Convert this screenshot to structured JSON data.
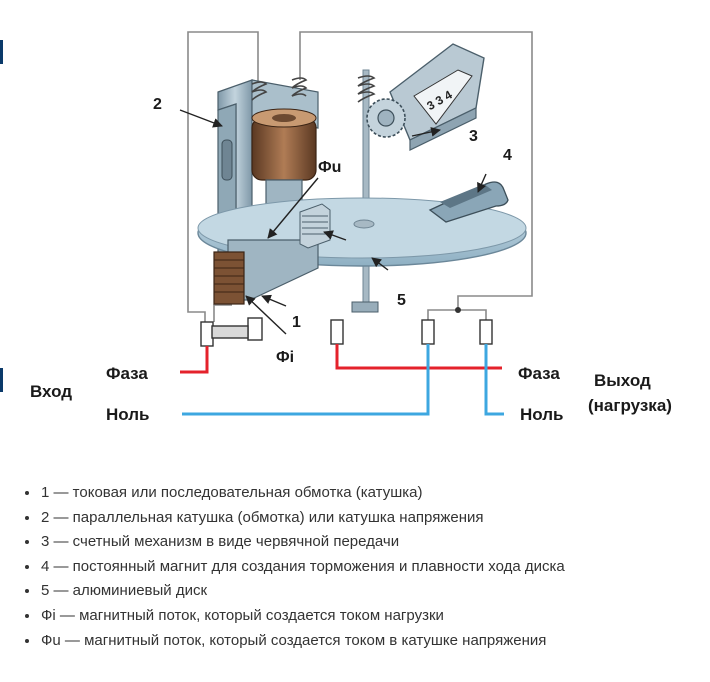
{
  "diagram": {
    "numbers": {
      "n1": "1",
      "n2": "2",
      "n3": "3",
      "n4": "4",
      "n5": "5"
    },
    "flux": {
      "phi_u": "Фu",
      "phi_i": "Фi"
    },
    "counter_digits": "3 3 4",
    "input": {
      "title": "Вход",
      "phase": "Фаза",
      "neutral": "Ноль"
    },
    "output": {
      "title_line1": "Выход",
      "title_line2": "(нагрузка)",
      "phase": "Фаза",
      "neutral": "Ноль"
    },
    "colors": {
      "phase_wire": "#e4222b",
      "neutral_wire": "#3da7e0",
      "disc": "#a9c6d6",
      "housing": "#a5bccb",
      "coil": "#8a5a3a"
    }
  },
  "legend": [
    "1 — токовая или последовательная  обмотка (катушка)",
    "2 — параллельная катушка (обмотка) или катушка напряжения",
    "3 — счетный механизм в виде червячной передачи",
    "4 — постоянный магнит для создания торможения и плавности хода диска",
    "5 — алюминиевый диск",
    "Фi — магнитный поток, который создается током нагрузки",
    "Фu — магнитный поток, который создается током в катушке напряжения"
  ]
}
